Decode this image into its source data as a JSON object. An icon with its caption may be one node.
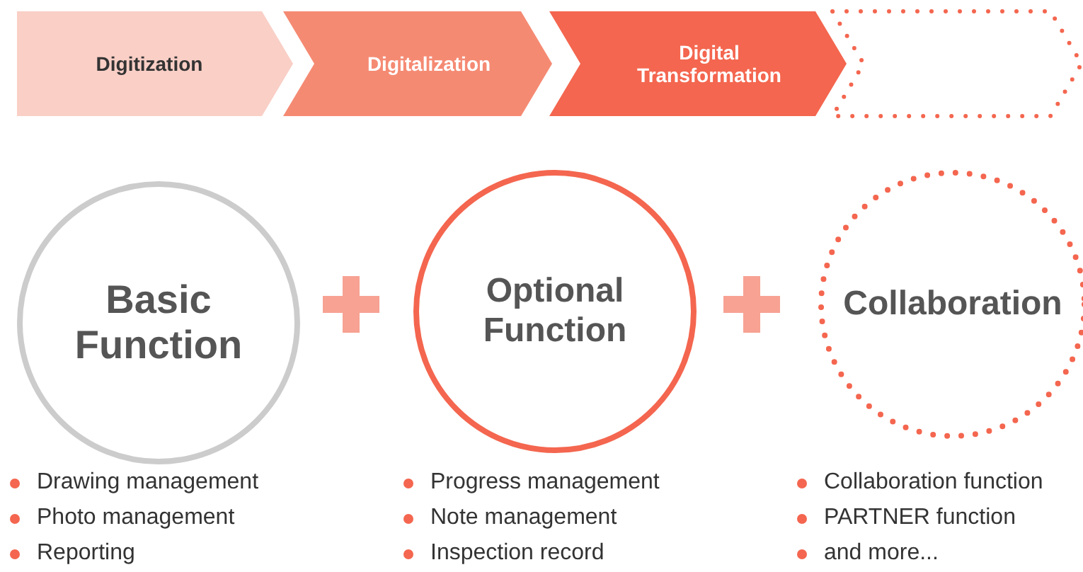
{
  "diagram": {
    "nodes": [
      {
        "text": [
          "Digitization"
        ]
      },
      {
        "text": [
          "Digitalization"
        ]
      },
      {
        "text": [
          "Digital Transformation"
        ]
      },
      {
        "text": [],
        "shape": "chevron"
      },
      {
        "text": [
          "Basic Function"
        ]
      },
      {
        "text": [
          "Optional Function"
        ]
      },
      {
        "text": [
          "Collaboration"
        ]
      }
    ],
    "edges": [],
    "labels": [
      "Drawing management",
      "Photo management",
      "Reporting",
      "Progress management",
      "Note management",
      "Inspection record",
      "Collaboration function",
      "PARTNER  function",
      "and more..."
    ]
  }
}
